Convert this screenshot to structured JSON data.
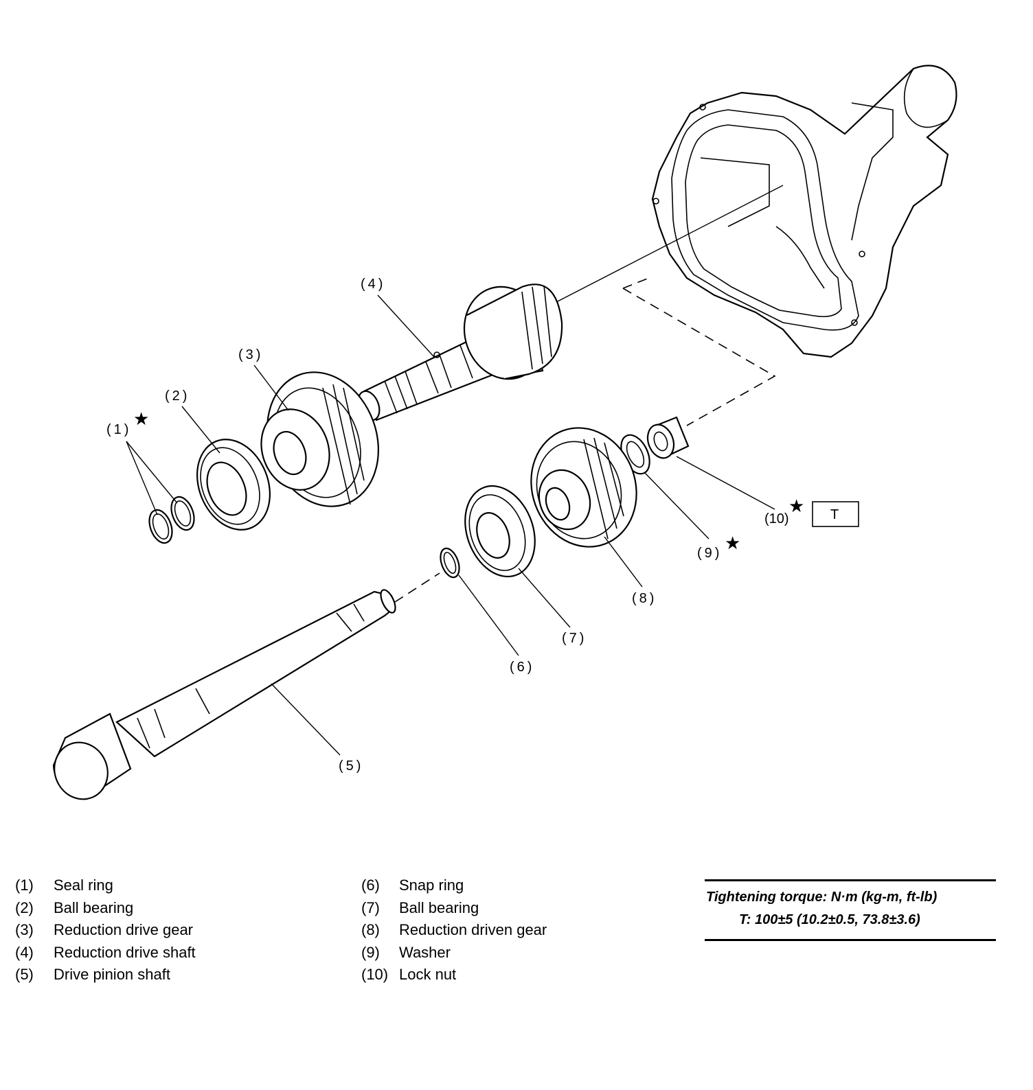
{
  "callouts": {
    "c1": "(1)",
    "c2": "(2)",
    "c3": "(3)",
    "c4": "(4)",
    "c5": "(5)",
    "c6": "(6)",
    "c7": "(7)",
    "c8": "(8)",
    "c9": "(9)",
    "c10": "(10)",
    "t_box": "T"
  },
  "legend": {
    "left": [
      {
        "num": "(1)",
        "label": "Seal ring"
      },
      {
        "num": "(2)",
        "label": "Ball bearing"
      },
      {
        "num": "(3)",
        "label": "Reduction drive gear"
      },
      {
        "num": "(4)",
        "label": "Reduction drive shaft"
      },
      {
        "num": "(5)",
        "label": "Drive pinion shaft"
      }
    ],
    "right": [
      {
        "num": "(6)",
        "label": "Snap ring"
      },
      {
        "num": "(7)",
        "label": "Ball bearing"
      },
      {
        "num": "(8)",
        "label": "Reduction driven gear"
      },
      {
        "num": "(9)",
        "label": "Washer"
      },
      {
        "num": "(10)",
        "label": "Lock nut"
      }
    ]
  },
  "torque": {
    "title": "Tightening torque: N·m (kg-m, ft-lb)",
    "value": "T: 100±5 (10.2±0.5, 73.8±3.6)"
  },
  "marker_symbol": "★"
}
